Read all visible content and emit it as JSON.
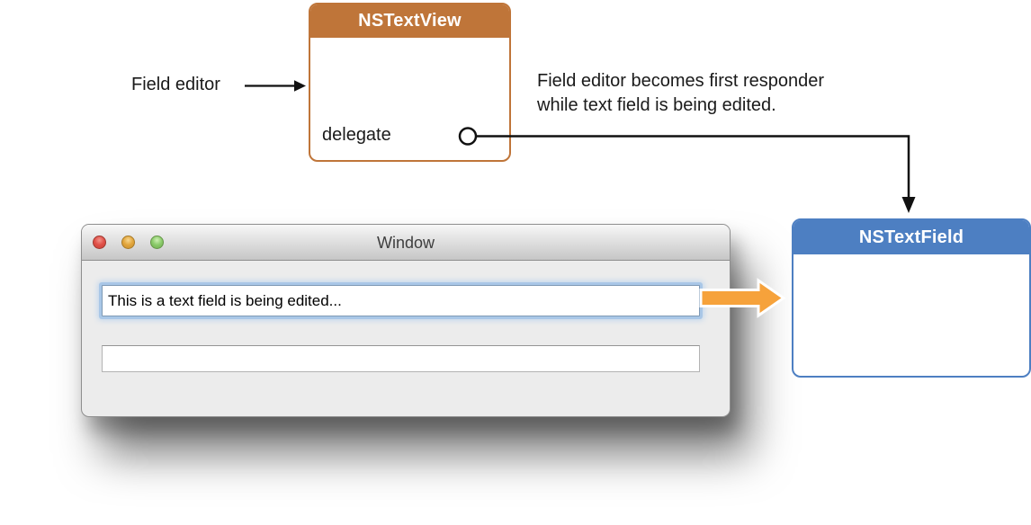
{
  "diagram": {
    "nstextview": {
      "title": "NSTextView",
      "port_label": "delegate"
    },
    "nstextfield": {
      "title": "NSTextField"
    },
    "field_editor_label": "Field editor",
    "annotation": {
      "line1": "Field editor becomes first responder",
      "line2": "while text field is being edited."
    }
  },
  "window": {
    "title": "Window",
    "traffic_lights": [
      "close",
      "minimize",
      "zoom"
    ],
    "fields": {
      "edited_field": {
        "value": "This is a text field is being edited...",
        "state": "focused"
      },
      "empty_field": {
        "value": "",
        "placeholder": ""
      }
    }
  },
  "colors": {
    "nstextview_header": "#bf7539",
    "nstextfield_header": "#4d7fc2",
    "arrow_orange": "#f6a23b",
    "focus_ring": "#a9c7e7",
    "connector_black": "#111111",
    "traffic_red": "#e05048",
    "traffic_yellow": "#e2a63d",
    "traffic_green": "#8bcb6b",
    "window_body": "#ececec"
  }
}
